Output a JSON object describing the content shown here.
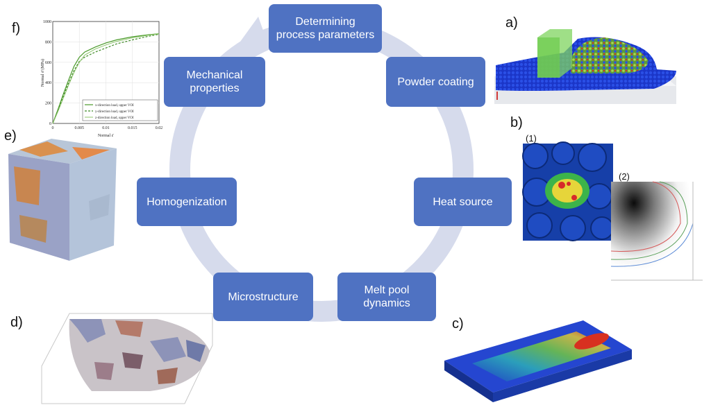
{
  "cycle": {
    "steps": [
      {
        "label": "Determining\nprocess parameters"
      },
      {
        "label": "Powder coating"
      },
      {
        "label": "Heat source"
      },
      {
        "label": "Melt pool\ndynamics"
      },
      {
        "label": "Microstructure"
      },
      {
        "label": "Homogenization"
      },
      {
        "label": "Mechanical\nproperties"
      }
    ],
    "box_color": "#4f72c2",
    "ring_color": "#d6dbec"
  },
  "panels": {
    "a": "a)",
    "b": "b)",
    "c": "c)",
    "d": "d)",
    "e": "e)",
    "f": "f)",
    "b1": "(1)",
    "b2": "(2)"
  },
  "chart_data": {
    "type": "line",
    "xlabel": "Normal ε̄",
    "ylabel": "Normal σ̄ (MPa)",
    "xlim": [
      0,
      0.02
    ],
    "ylim": [
      0,
      1000
    ],
    "xticks": [
      "0",
      "0.005",
      "0.01",
      "0.015",
      "0.02"
    ],
    "yticks": [
      "0",
      "200",
      "400",
      "600",
      "800",
      "1000"
    ],
    "legend_position": "bottom-right",
    "series": [
      {
        "name": "x-direction load, upper VOI",
        "style": "solid",
        "x": [
          0,
          0.001,
          0.002,
          0.003,
          0.004,
          0.005,
          0.006,
          0.008,
          0.01,
          0.012,
          0.015,
          0.018,
          0.02
        ],
        "y": [
          0,
          140,
          290,
          430,
          560,
          650,
          700,
          750,
          790,
          820,
          850,
          870,
          880
        ]
      },
      {
        "name": "y-direction load, upper VOI",
        "style": "dashed",
        "x": [
          0,
          0.001,
          0.002,
          0.003,
          0.004,
          0.005,
          0.006,
          0.008,
          0.01,
          0.012,
          0.015,
          0.018,
          0.02
        ],
        "y": [
          0,
          130,
          270,
          400,
          520,
          610,
          650,
          700,
          740,
          780,
          820,
          855,
          875
        ]
      },
      {
        "name": "z-direction load, upper VOI",
        "style": "solid-light",
        "x": [
          0,
          0.001,
          0.002,
          0.003,
          0.004,
          0.005,
          0.006,
          0.008,
          0.01,
          0.012,
          0.015,
          0.018,
          0.02
        ],
        "y": [
          0,
          120,
          250,
          380,
          500,
          600,
          670,
          730,
          770,
          805,
          840,
          865,
          880
        ]
      }
    ]
  }
}
